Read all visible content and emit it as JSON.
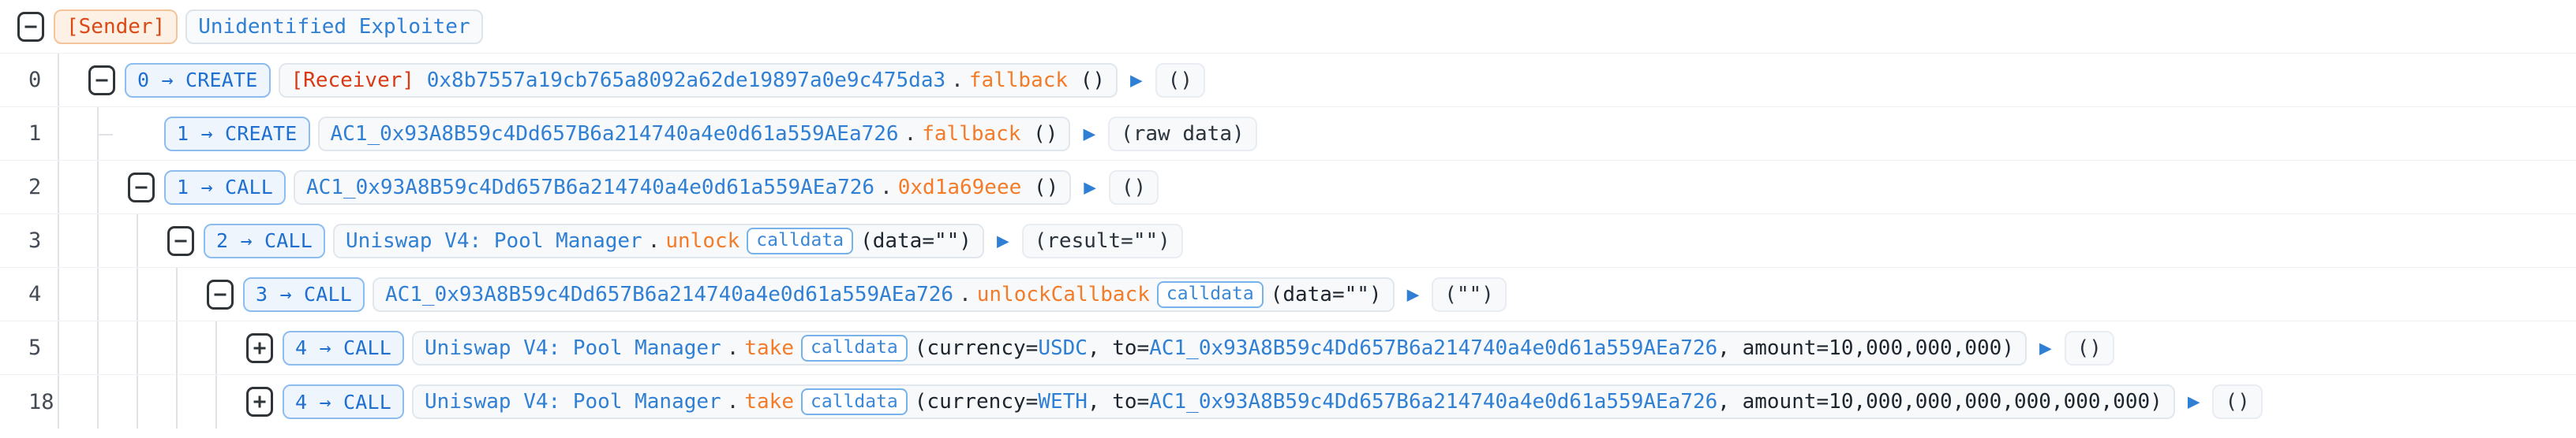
{
  "viewer": {
    "title": "transaction-call-trace",
    "colors": {
      "link_blue": "#2f7fd4",
      "function_orange": "#f47b28",
      "receiver_red": "#d83a14",
      "sender_orange": "#d94a17",
      "depth_blue": "#1f6fd0",
      "guide_gray": "#dfe3e8"
    }
  },
  "header": {
    "toggle": "collapse-toggle",
    "sender_label": "[Sender]",
    "sender_name": "Unidentified Exploiter"
  },
  "icons": {
    "collapse": "minus-square-icon",
    "expand": "plus-square-icon",
    "return": "return-triangle-icon"
  },
  "rows": [
    {
      "index": "0",
      "depth": 1,
      "toggle": "minus",
      "depth_label": "0 → CREATE",
      "prefix_label": "[Receiver]",
      "target": "0x8b7557a19cb765a8092a62de19897a0e9c475da3",
      "dot": ".",
      "method": "fallback",
      "badge": "",
      "args": "()",
      "result": "()"
    },
    {
      "index": "1",
      "depth": 2,
      "toggle": "none",
      "depth_label": "1 → CREATE",
      "prefix_label": "",
      "target": "AC1_0x93A8B59c4Dd657B6a214740a4e0d61a559AEa726",
      "dot": ".",
      "method": "fallback",
      "badge": "",
      "args": "()",
      "result": "(raw data)"
    },
    {
      "index": "2",
      "depth": 2,
      "toggle": "minus",
      "depth_label": "1 → CALL",
      "prefix_label": "",
      "target": "AC1_0x93A8B59c4Dd657B6a214740a4e0d61a559AEa726",
      "dot": ".",
      "method": "0xd1a69eee",
      "badge": "",
      "args": "()",
      "result": "()"
    },
    {
      "index": "3",
      "depth": 3,
      "toggle": "minus",
      "depth_label": "2 → CALL",
      "prefix_label": "",
      "target": "Uniswap V4: Pool Manager",
      "dot": ".",
      "method": "unlock",
      "badge": "calldata",
      "args": "(data=\"\")",
      "result": "(result=\"\")"
    },
    {
      "index": "4",
      "depth": 4,
      "toggle": "minus",
      "depth_label": "3 → CALL",
      "prefix_label": "",
      "target": "AC1_0x93A8B59c4Dd657B6a214740a4e0d61a559AEa726",
      "dot": ".",
      "method": "unlockCallback",
      "badge": "calldata",
      "args": "(data=\"\")",
      "result": "(\"\")"
    },
    {
      "index": "5",
      "depth": 5,
      "toggle": "plus",
      "depth_label": "4 → CALL",
      "prefix_label": "",
      "target": "Uniswap V4: Pool Manager",
      "dot": ".",
      "method": "take",
      "badge": "calldata",
      "arg_parts": [
        {
          "key": "(currency=",
          "value": "USDC",
          "kind": "token"
        },
        {
          "key": ", to=",
          "value": "AC1_0x93A8B59c4Dd657B6a214740a4e0d61a559AEa726",
          "kind": "addr"
        },
        {
          "key": ", amount=",
          "value": "10,000,000,000",
          "kind": "plain"
        },
        {
          "key": ")",
          "value": "",
          "kind": "plain"
        }
      ],
      "result": "()"
    },
    {
      "index": "18",
      "depth": 5,
      "toggle": "plus",
      "depth_label": "4 → CALL",
      "prefix_label": "",
      "target": "Uniswap V4: Pool Manager",
      "dot": ".",
      "method": "take",
      "badge": "calldata",
      "arg_parts": [
        {
          "key": "(currency=",
          "value": "WETH",
          "kind": "token"
        },
        {
          "key": ", to=",
          "value": "AC1_0x93A8B59c4Dd657B6a214740a4e0d61a559AEa726",
          "kind": "addr"
        },
        {
          "key": ", amount=",
          "value": "10,000,000,000,000,000,000",
          "kind": "plain"
        },
        {
          "key": ")",
          "value": "",
          "kind": "plain"
        }
      ],
      "result": "()"
    }
  ]
}
